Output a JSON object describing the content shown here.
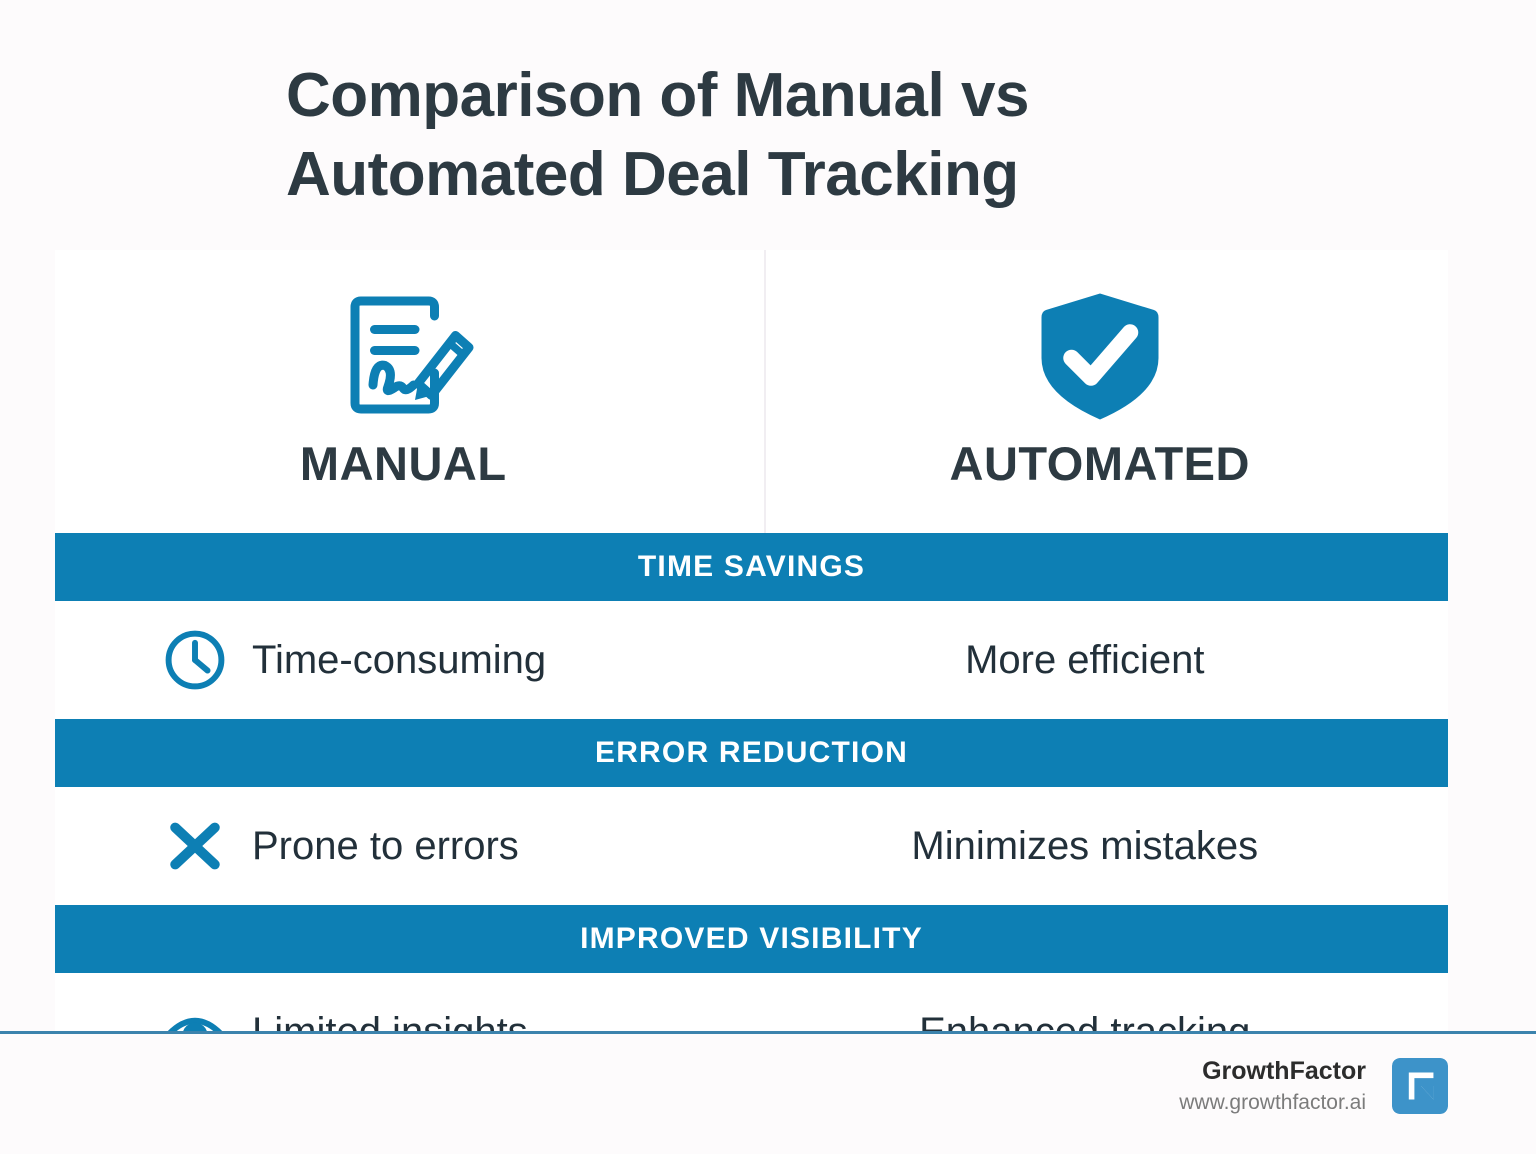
{
  "title": {
    "line1": "Comparison of Manual vs",
    "line2": "Automated Deal Tracking"
  },
  "columns": [
    {
      "label": "MANUAL",
      "icon": "signed-document-icon"
    },
    {
      "label": "AUTOMATED",
      "icon": "shield-check-icon"
    }
  ],
  "sections": [
    {
      "heading": "TIME SAVINGS",
      "manual": {
        "icon": "clock-icon",
        "text": "Time-consuming"
      },
      "automated": {
        "text": "More efficient"
      }
    },
    {
      "heading": "ERROR REDUCTION",
      "manual": {
        "icon": "x-mark-icon",
        "text": "Prone to errors"
      },
      "automated": {
        "text": "Minimizes mistakes"
      }
    },
    {
      "heading": "IMPROVED VISIBILITY",
      "manual": {
        "icon": "eye-icon",
        "text": "Limited insights"
      },
      "automated": {
        "text": "Enhanced tracking"
      }
    }
  ],
  "footer": {
    "brand_name": "GrowthFactor",
    "brand_url": "www.growthfactor.ai",
    "logo_icon": "growthfactor-g-logo"
  },
  "colors": {
    "accent_blue": "#0d7fb4",
    "title_text": "#2d3a42",
    "body_text": "#22303a",
    "page_background": "#fdfbfc",
    "card_background": "#ffffff",
    "footer_rule": "#3c83ad",
    "logo_blue": "#3d93c9"
  }
}
